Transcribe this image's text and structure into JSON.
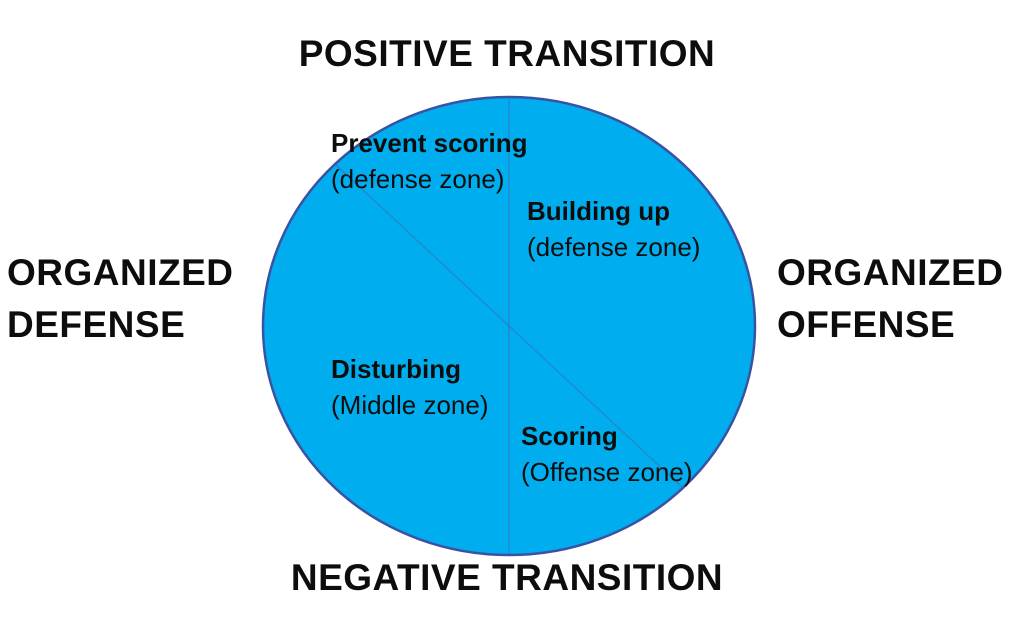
{
  "labels": {
    "top": "POSITIVE TRANSITION",
    "bottom": "NEGATIVE TRANSITION",
    "left": {
      "line1": "ORGANIZED",
      "line2": "DEFENSE"
    },
    "right": {
      "line1": "ORGANIZED",
      "line2": "OFFENSE"
    }
  },
  "circle": {
    "fill_color": "#00AEEF",
    "outline_color": "#3953A3",
    "divider_color": "#4A5FAE",
    "sections": [
      {
        "id": "prevent-scoring",
        "phase": "Prevent scoring",
        "zone": "(defense zone)"
      },
      {
        "id": "building-up",
        "phase": "Building up",
        "zone": "(defense zone)"
      },
      {
        "id": "disturbing",
        "phase": "Disturbing",
        "zone": "(Middle zone)"
      },
      {
        "id": "scoring",
        "phase": "Scoring",
        "zone": "(Offense zone)"
      }
    ]
  }
}
